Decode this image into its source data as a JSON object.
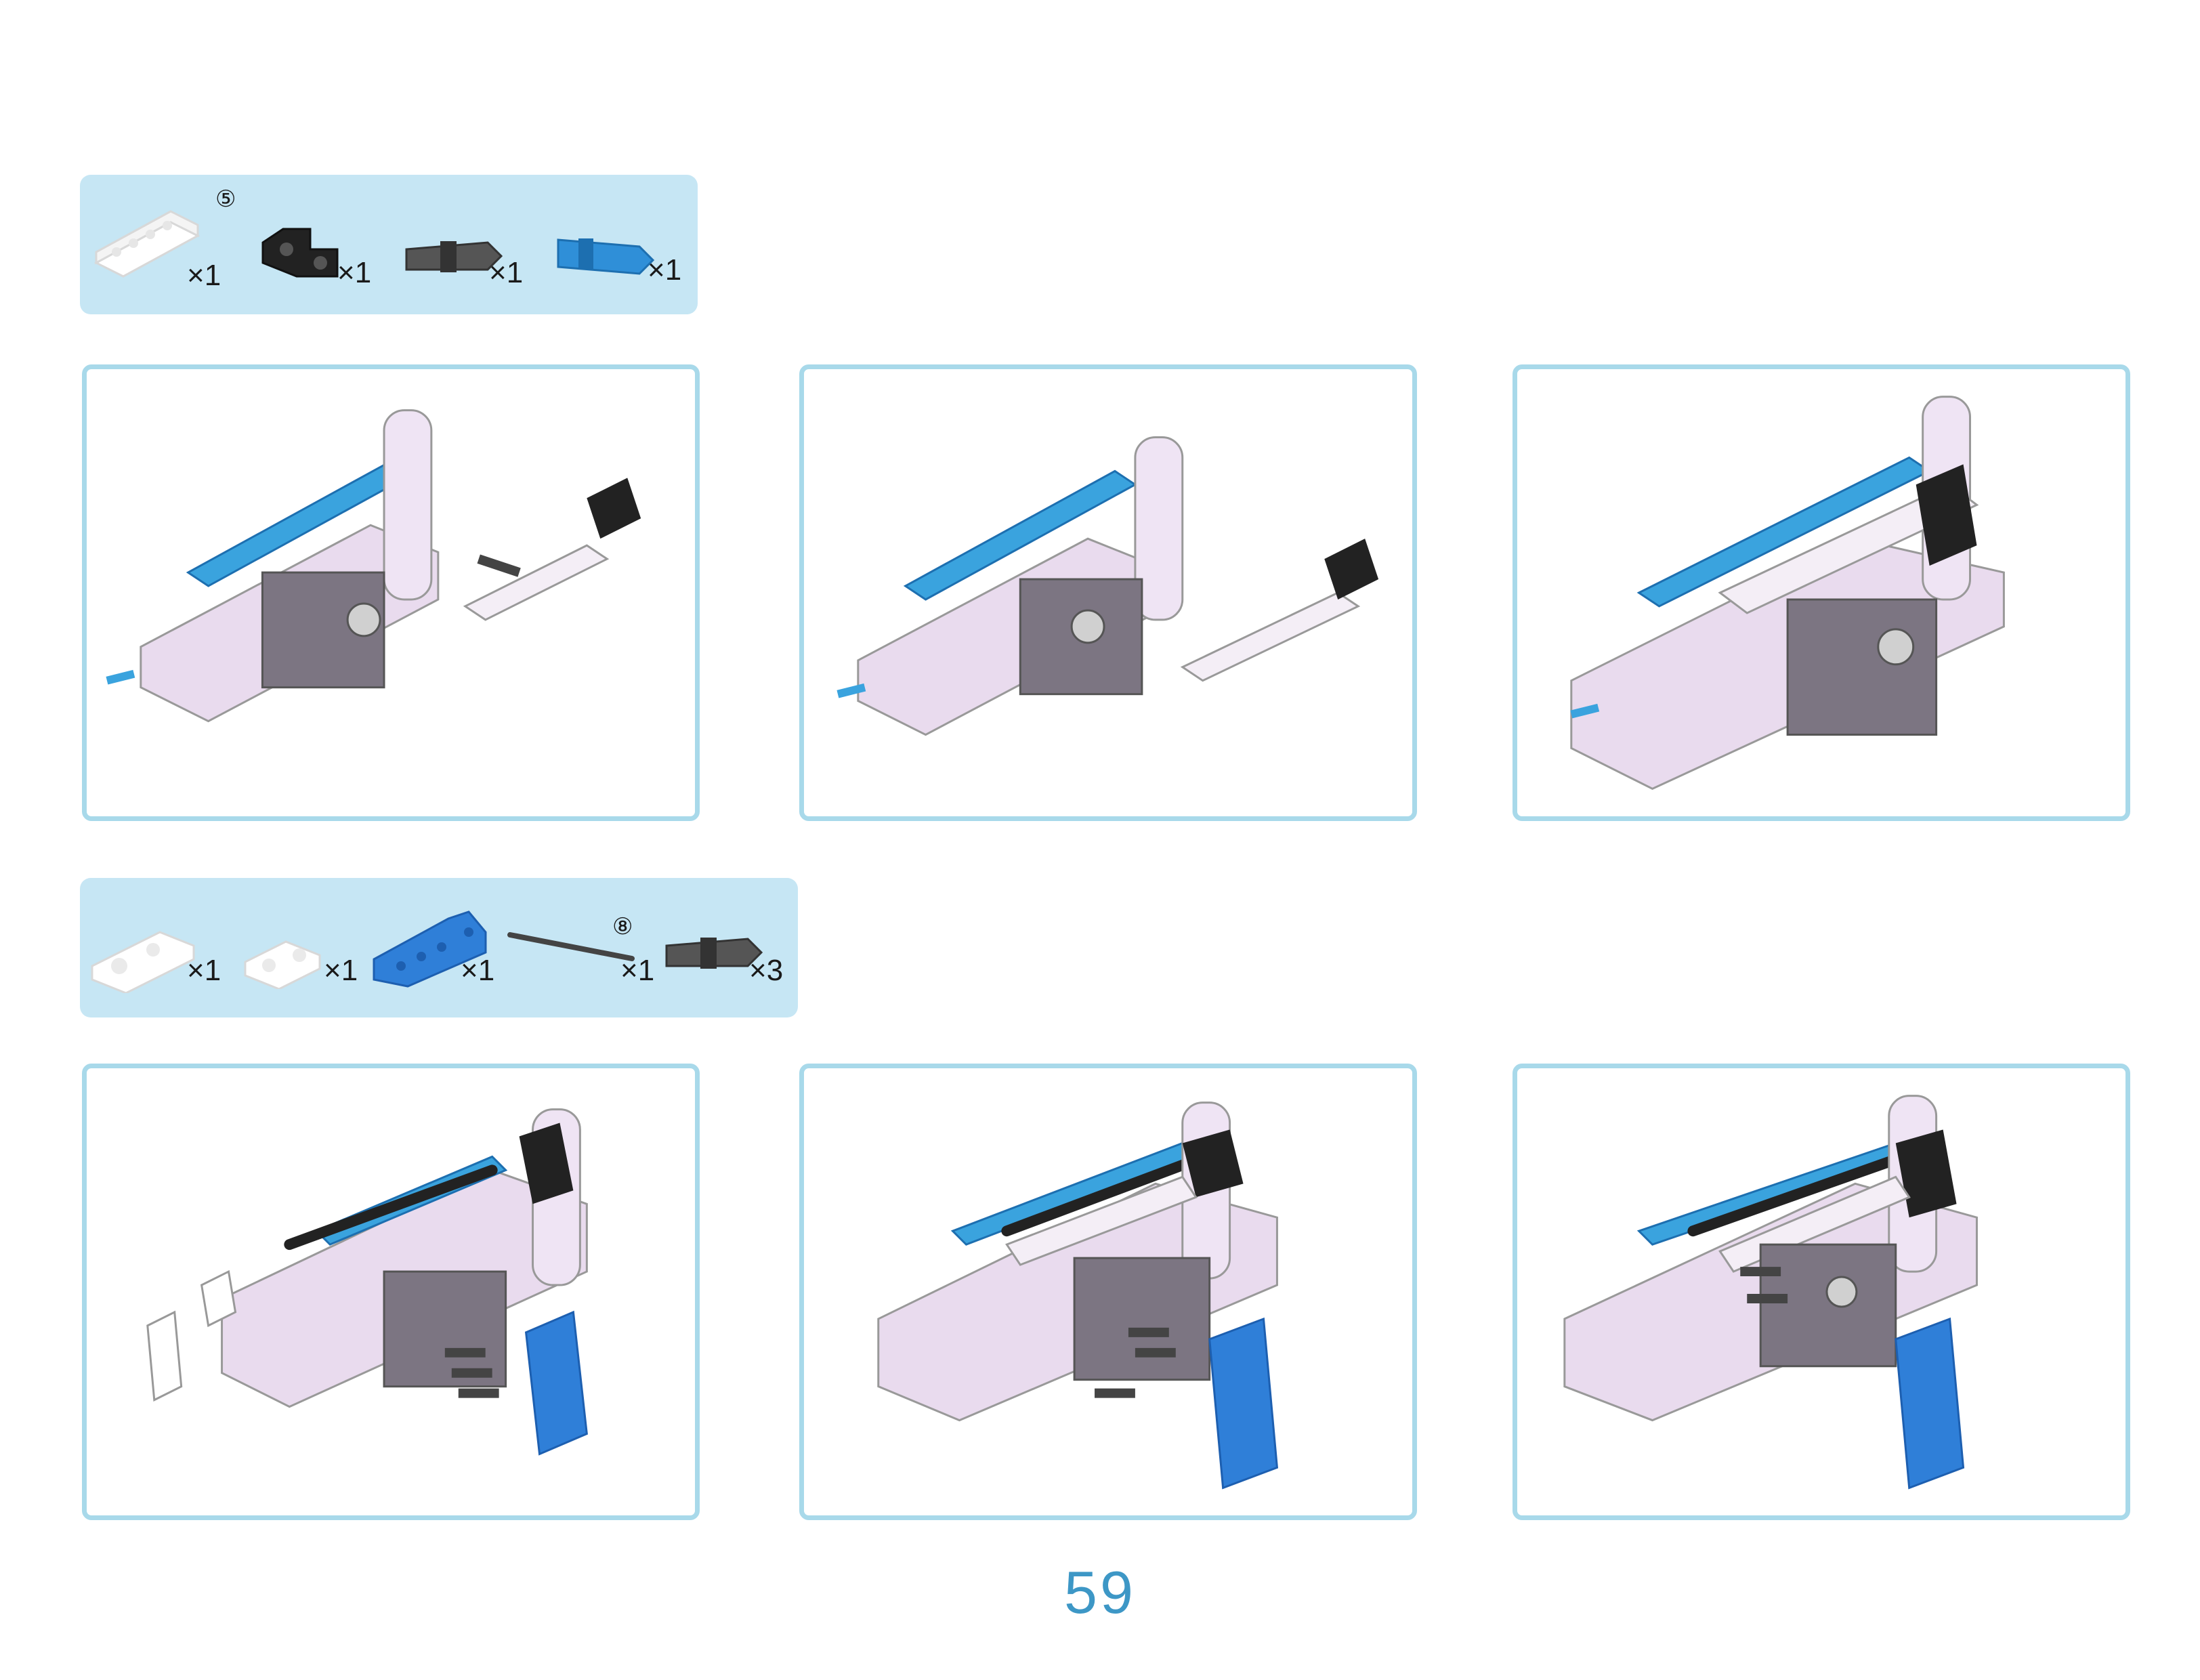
{
  "step1_parts": [
    {
      "icon": "white-beam-5-icon",
      "qty": "×1",
      "length_mark": "⑤"
    },
    {
      "icon": "black-connector-icon",
      "qty": "×1"
    },
    {
      "icon": "dark-gray-pin-icon",
      "qty": "×1"
    },
    {
      "icon": "blue-pin-icon",
      "qty": "×1"
    }
  ],
  "step2_parts": [
    {
      "icon": "white-beam-3-icon",
      "qty": "×1"
    },
    {
      "icon": "white-beam-2-icon",
      "qty": "×1"
    },
    {
      "icon": "blue-l-beam-icon",
      "qty": "×1"
    },
    {
      "icon": "axle-8-icon",
      "qty": "×1",
      "length_mark": "⑧"
    },
    {
      "icon": "dark-gray-pin-icon",
      "qty": "×3"
    }
  ],
  "page_number": "59",
  "colors": {
    "parts_bar": "#c6e6f4",
    "panel_border": "#a8d9ea",
    "accent_blue": "#3aa3de",
    "page_number": "#3d97c6"
  }
}
